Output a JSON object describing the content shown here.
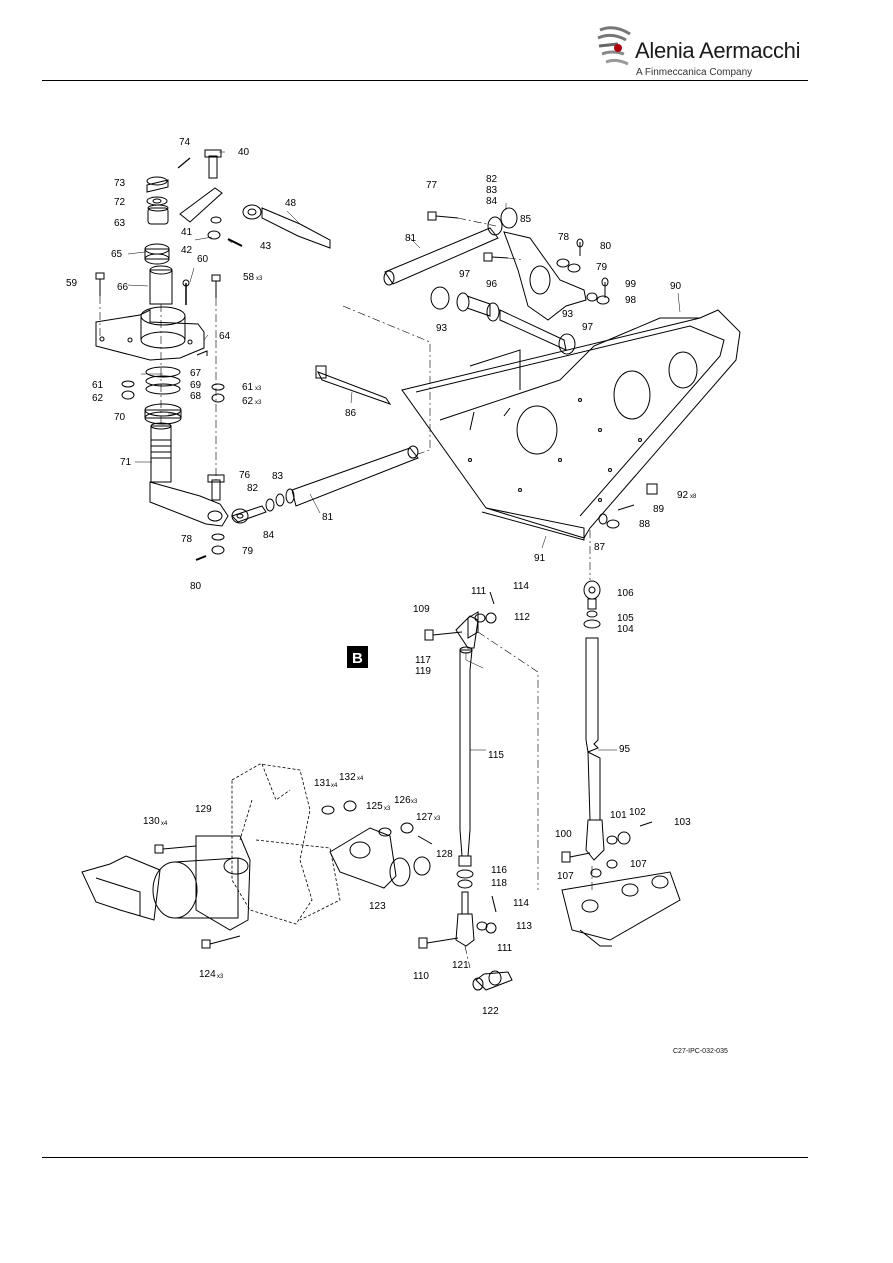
{
  "header": {
    "brand_name": "Alenia Aermacchi",
    "brand_tagline": "A Finmeccanica Company"
  },
  "figure": {
    "view_badge": "B",
    "reference": "C27-IPC-032-035"
  },
  "callouts": [
    {
      "id": "c74",
      "label": "74"
    },
    {
      "id": "c40",
      "label": "40"
    },
    {
      "id": "c73",
      "label": "73"
    },
    {
      "id": "c72",
      "label": "72"
    },
    {
      "id": "c48",
      "label": "48"
    },
    {
      "id": "c63",
      "label": "63"
    },
    {
      "id": "c41",
      "label": "41"
    },
    {
      "id": "c42",
      "label": "42"
    },
    {
      "id": "c43",
      "label": "43"
    },
    {
      "id": "c65",
      "label": "65"
    },
    {
      "id": "c60",
      "label": "60"
    },
    {
      "id": "c59",
      "label": "59"
    },
    {
      "id": "c66",
      "label": "66"
    },
    {
      "id": "c58",
      "label": "58",
      "qty": "x3"
    },
    {
      "id": "c64",
      "label": "64"
    },
    {
      "id": "c67",
      "label": "67"
    },
    {
      "id": "c69",
      "label": "69"
    },
    {
      "id": "c68",
      "label": "68"
    },
    {
      "id": "c61a",
      "label": "61"
    },
    {
      "id": "c62a",
      "label": "62"
    },
    {
      "id": "c61b",
      "label": "61",
      "qty": "x3"
    },
    {
      "id": "c62b",
      "label": "62",
      "qty": "x3"
    },
    {
      "id": "c70",
      "label": "70"
    },
    {
      "id": "c71",
      "label": "71"
    },
    {
      "id": "c76",
      "label": "76"
    },
    {
      "id": "c83a",
      "label": "83"
    },
    {
      "id": "c82a",
      "label": "82"
    },
    {
      "id": "c81a",
      "label": "81"
    },
    {
      "id": "c84a",
      "label": "84"
    },
    {
      "id": "c78a",
      "label": "78"
    },
    {
      "id": "c79a",
      "label": "79"
    },
    {
      "id": "c80a",
      "label": "80"
    },
    {
      "id": "c77",
      "label": "77"
    },
    {
      "id": "c82b",
      "label": "82"
    },
    {
      "id": "c83b",
      "label": "83"
    },
    {
      "id": "c84b",
      "label": "84"
    },
    {
      "id": "c85",
      "label": "85"
    },
    {
      "id": "c81b",
      "label": "81"
    },
    {
      "id": "c78b",
      "label": "78"
    },
    {
      "id": "c80b",
      "label": "80"
    },
    {
      "id": "c79b",
      "label": "79"
    },
    {
      "id": "c97a",
      "label": "97"
    },
    {
      "id": "c96",
      "label": "96"
    },
    {
      "id": "c99",
      "label": "99"
    },
    {
      "id": "c98",
      "label": "98"
    },
    {
      "id": "c90",
      "label": "90"
    },
    {
      "id": "c93a",
      "label": "93"
    },
    {
      "id": "c93b",
      "label": "93"
    },
    {
      "id": "c97b",
      "label": "97"
    },
    {
      "id": "c86",
      "label": "86"
    },
    {
      "id": "c92",
      "label": "92",
      "qty": "x8"
    },
    {
      "id": "c89",
      "label": "89"
    },
    {
      "id": "c88",
      "label": "88"
    },
    {
      "id": "c87",
      "label": "87"
    },
    {
      "id": "c91",
      "label": "91"
    },
    {
      "id": "c114a",
      "label": "114"
    },
    {
      "id": "c111a",
      "label": "111"
    },
    {
      "id": "c109",
      "label": "109"
    },
    {
      "id": "c112",
      "label": "112"
    },
    {
      "id": "c106",
      "label": "106"
    },
    {
      "id": "c105",
      "label": "105"
    },
    {
      "id": "c104",
      "label": "104"
    },
    {
      "id": "c117",
      "label": "117"
    },
    {
      "id": "c119",
      "label": "119"
    },
    {
      "id": "c115",
      "label": "115"
    },
    {
      "id": "c95",
      "label": "95"
    },
    {
      "id": "c131",
      "label": "131",
      "qty": "x4"
    },
    {
      "id": "c132",
      "label": "132",
      "qty": "x4"
    },
    {
      "id": "c125",
      "label": "125",
      "qty": "x3"
    },
    {
      "id": "c126",
      "label": "126",
      "qty": "x3"
    },
    {
      "id": "c127",
      "label": "127",
      "qty": "x3"
    },
    {
      "id": "c130",
      "label": "130",
      "qty": "x4"
    },
    {
      "id": "c129",
      "label": "129"
    },
    {
      "id": "c128",
      "label": "128"
    },
    {
      "id": "c101",
      "label": "101"
    },
    {
      "id": "c102",
      "label": "102"
    },
    {
      "id": "c103",
      "label": "103"
    },
    {
      "id": "c100",
      "label": "100"
    },
    {
      "id": "c116",
      "label": "116"
    },
    {
      "id": "c107a",
      "label": "107"
    },
    {
      "id": "c107b",
      "label": "107"
    },
    {
      "id": "c118",
      "label": "118"
    },
    {
      "id": "c123",
      "label": "123"
    },
    {
      "id": "c114b",
      "label": "114"
    },
    {
      "id": "c113",
      "label": "113"
    },
    {
      "id": "c111b",
      "label": "111"
    },
    {
      "id": "c124",
      "label": "124",
      "qty": "x3"
    },
    {
      "id": "c110",
      "label": "110"
    },
    {
      "id": "c121",
      "label": "121"
    },
    {
      "id": "c122",
      "label": "122"
    }
  ]
}
